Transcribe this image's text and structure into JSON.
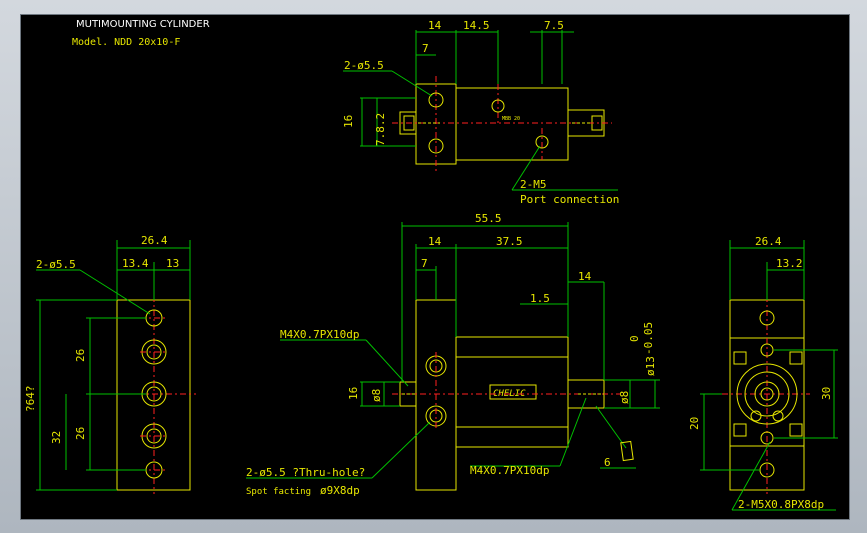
{
  "title": {
    "name": "MUTIMOUNTING CYLINDER",
    "model": "Model. NDD 20x10-F"
  },
  "top_view": {
    "dims": {
      "d14": "14",
      "d14_5": "14.5",
      "d7_5": "7.5",
      "d7": "7",
      "d16": "16",
      "d7_8_2": "7.8.2"
    },
    "hole_callout": "2-ø5.5",
    "port_callout": "2-M5",
    "port_text": "Port connection",
    "tag": "MBB 20"
  },
  "front_view": {
    "dims": {
      "d55_5": "55.5",
      "d14": "14",
      "d37_5": "37.5",
      "d7": "7",
      "d14b": "14",
      "d1_5": "1.5",
      "tol": "0",
      "tol2": "-0.05",
      "d13": "ø13",
      "d16": "16",
      "d8": "ø8",
      "d8b": "ø8",
      "d6": "6"
    },
    "thread_top": "M4X0.7PX10dp",
    "thread_bottom": "M4X0.7PX10dp",
    "hole_callout": "2-ø5.5 ?Thru-hole?",
    "spot": "Spot facting",
    "spot_dim": "ø9X8dp",
    "brand": "CHELIC"
  },
  "left_view": {
    "dims": {
      "d26_4": "26.4",
      "d13_4": "13.4",
      "d13": "13",
      "d64": "?64?",
      "d26a": "26",
      "d26b": "26",
      "d32": "32"
    },
    "hole_callout": "2-ø5.5"
  },
  "right_view": {
    "dims": {
      "d26_4": "26.4",
      "d13_2": "13.2",
      "d30": "30",
      "d20": "20"
    },
    "thread_callout": "2-M5X0.8PX8dp"
  }
}
